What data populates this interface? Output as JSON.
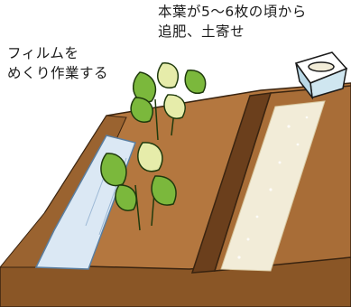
{
  "labels": {
    "top_line1": "本葉が5～6枚の頃から",
    "top_line2": "追肥、土寄せ",
    "left_line1": "フィルムを",
    "left_line2": "めくり作業する"
  },
  "colors": {
    "soil": "#b4773f",
    "soil_dark": "#8a5626",
    "soil_shadow": "#6b3f1c",
    "film": "#dbe8f4",
    "leaf": "#7bb83c",
    "leaf_light": "#e6ecaa",
    "fertilizer": "#f2ecd8",
    "bucket": "#cfe6f0"
  }
}
